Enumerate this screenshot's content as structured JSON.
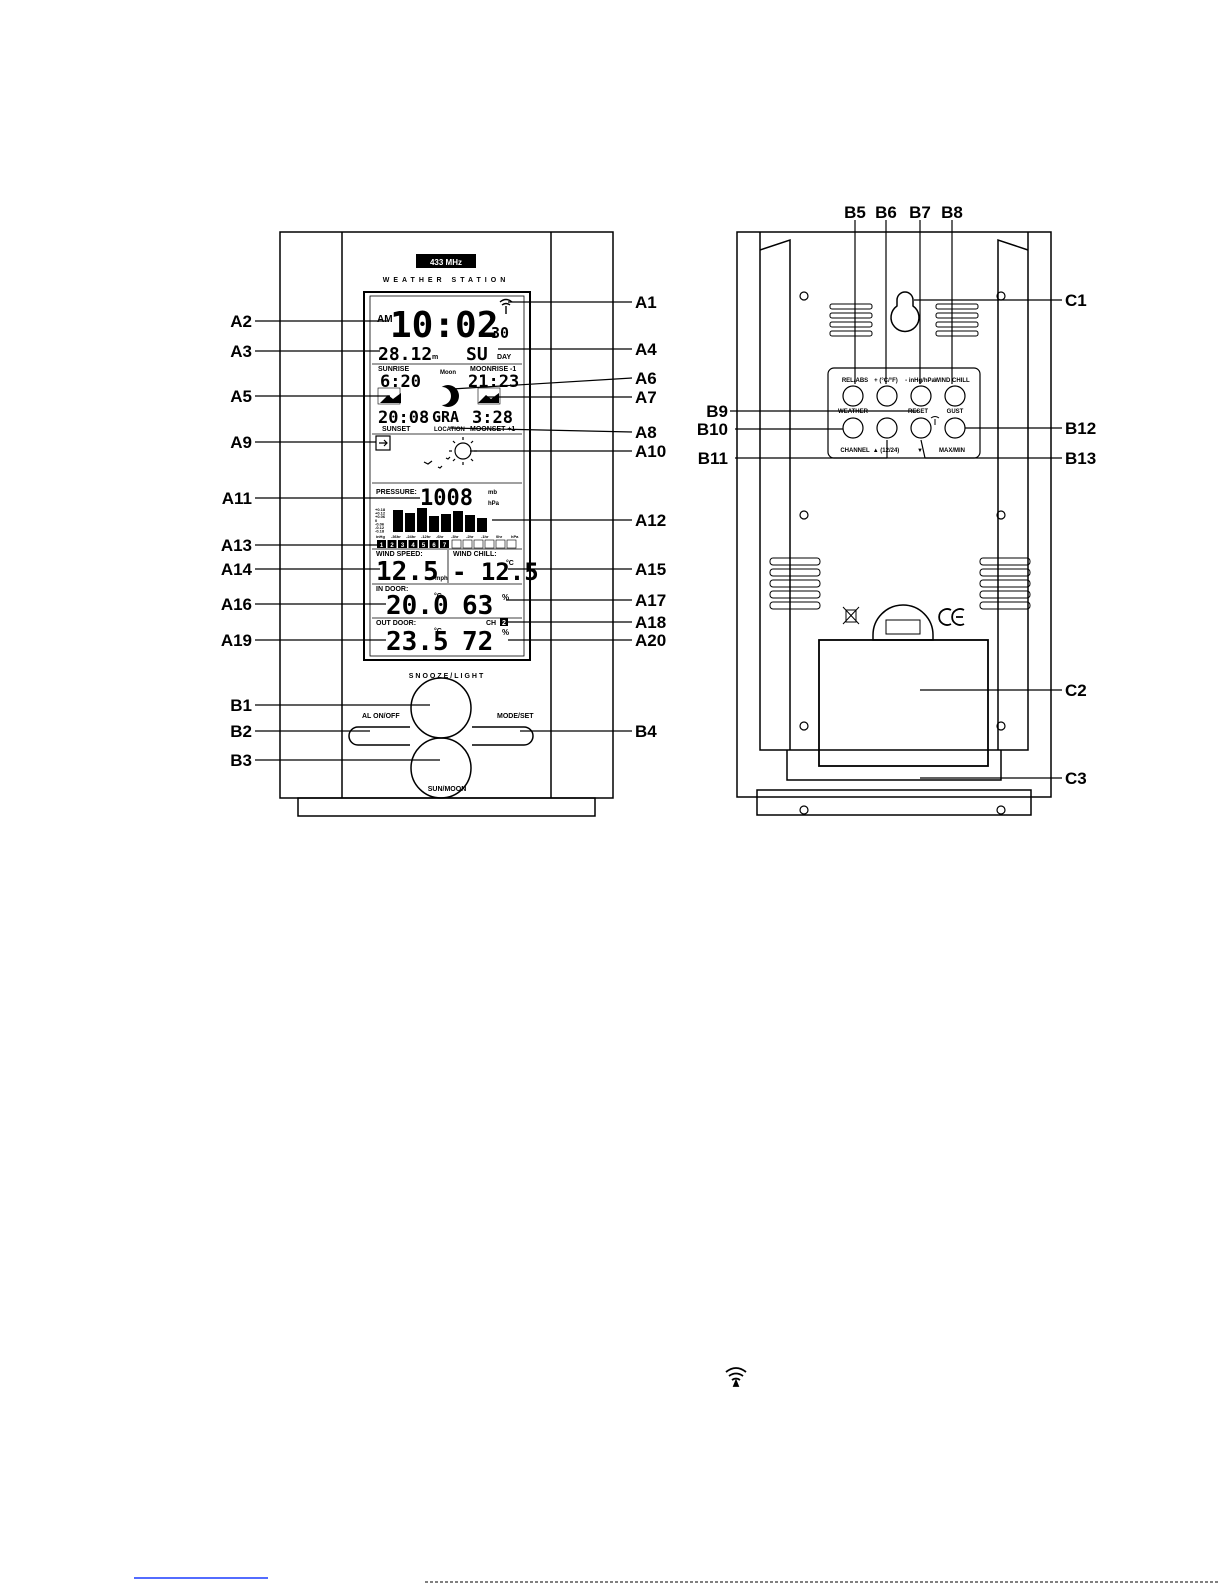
{
  "front": {
    "badge": "433 MHz",
    "brand": "WEATHER STATION",
    "lcd": {
      "ampm": "AM",
      "time": "10:02",
      "seconds": "30",
      "date": "28.12",
      "date_unit": "m",
      "weekday": "SU",
      "weekday_unit": "DAY",
      "sunrise_label": "SUNRISE",
      "sunrise_time": "6:20",
      "moon_label": "Moon",
      "moonrise_label": "MOONRISE -1",
      "moonrise_time": "21:23",
      "sunset_time": "20:08",
      "sunset_label": "SUNSET",
      "location": "GRA",
      "location_label": "LOCATION",
      "moonset_time": "3:28",
      "moonset_label": "MOONSET +1",
      "pressure_label": "PRESSURE:",
      "pressure_value": "1008",
      "pressure_unit_top": "mb",
      "pressure_unit_bottom": "hPa",
      "history_scale": [
        "+0.18",
        "+0.12",
        "+0.06",
        "0",
        "-0.06",
        "-0.12",
        "-0.18"
      ],
      "history_axis": [
        "inHg",
        "-36hr",
        "-24hr",
        "-12hr",
        "-6hr",
        "-3hr",
        "-2hr",
        "-1hr",
        "0hr",
        "hPa"
      ],
      "days": [
        "1",
        "2",
        "3",
        "4",
        "5",
        "6",
        "7"
      ],
      "wind_speed_label": "WIND SPEED:",
      "wind_speed_value": "12.5",
      "wind_speed_unit": "mph",
      "wind_chill_label": "WIND CHILL:",
      "wind_chill_value": "- 12.5",
      "wind_chill_unit": "°C",
      "indoor_label": "IN DOOR:",
      "indoor_temp": "20.0",
      "indoor_temp_unit": "°C",
      "indoor_hum": "63",
      "hum_unit": "%",
      "outdoor_label": "OUT DOOR:",
      "channel_label": "CH",
      "channel_value": "2",
      "outdoor_temp": "23.5",
      "outdoor_temp_unit": "°C",
      "outdoor_hum": "72"
    },
    "buttons": {
      "top": "SNOOZE/LIGHT",
      "left": "AL ON/OFF",
      "right": "MODE/SET",
      "bottom": "SUN/MOON"
    },
    "callouts_left": [
      "A2",
      "A3",
      "A5",
      "A9",
      "A11",
      "A13",
      "A14",
      "A16",
      "A19",
      "B1",
      "B2",
      "B3"
    ],
    "callouts_right": [
      "A1",
      "A4",
      "A6",
      "A7",
      "A8",
      "A10",
      "A12",
      "A15",
      "A17",
      "A18",
      "A20",
      "B4"
    ]
  },
  "back": {
    "top_callouts": [
      "B5",
      "B6",
      "B7",
      "B8"
    ],
    "button_labels_top": [
      "REL/ABS",
      "+ (°C/°F)",
      "- inHg/hPa",
      "WIND CHILL"
    ],
    "mid_labels": [
      "WEATHER",
      "RESET",
      "GUST"
    ],
    "bottom_labels": [
      "CHANNEL",
      "▲ (12/24)",
      "▼",
      "MAX/MIN"
    ],
    "callouts_left": [
      "B9",
      "B10",
      "B11"
    ],
    "callouts_right": [
      "C1",
      "B12",
      "B13",
      "C2",
      "C3"
    ]
  }
}
